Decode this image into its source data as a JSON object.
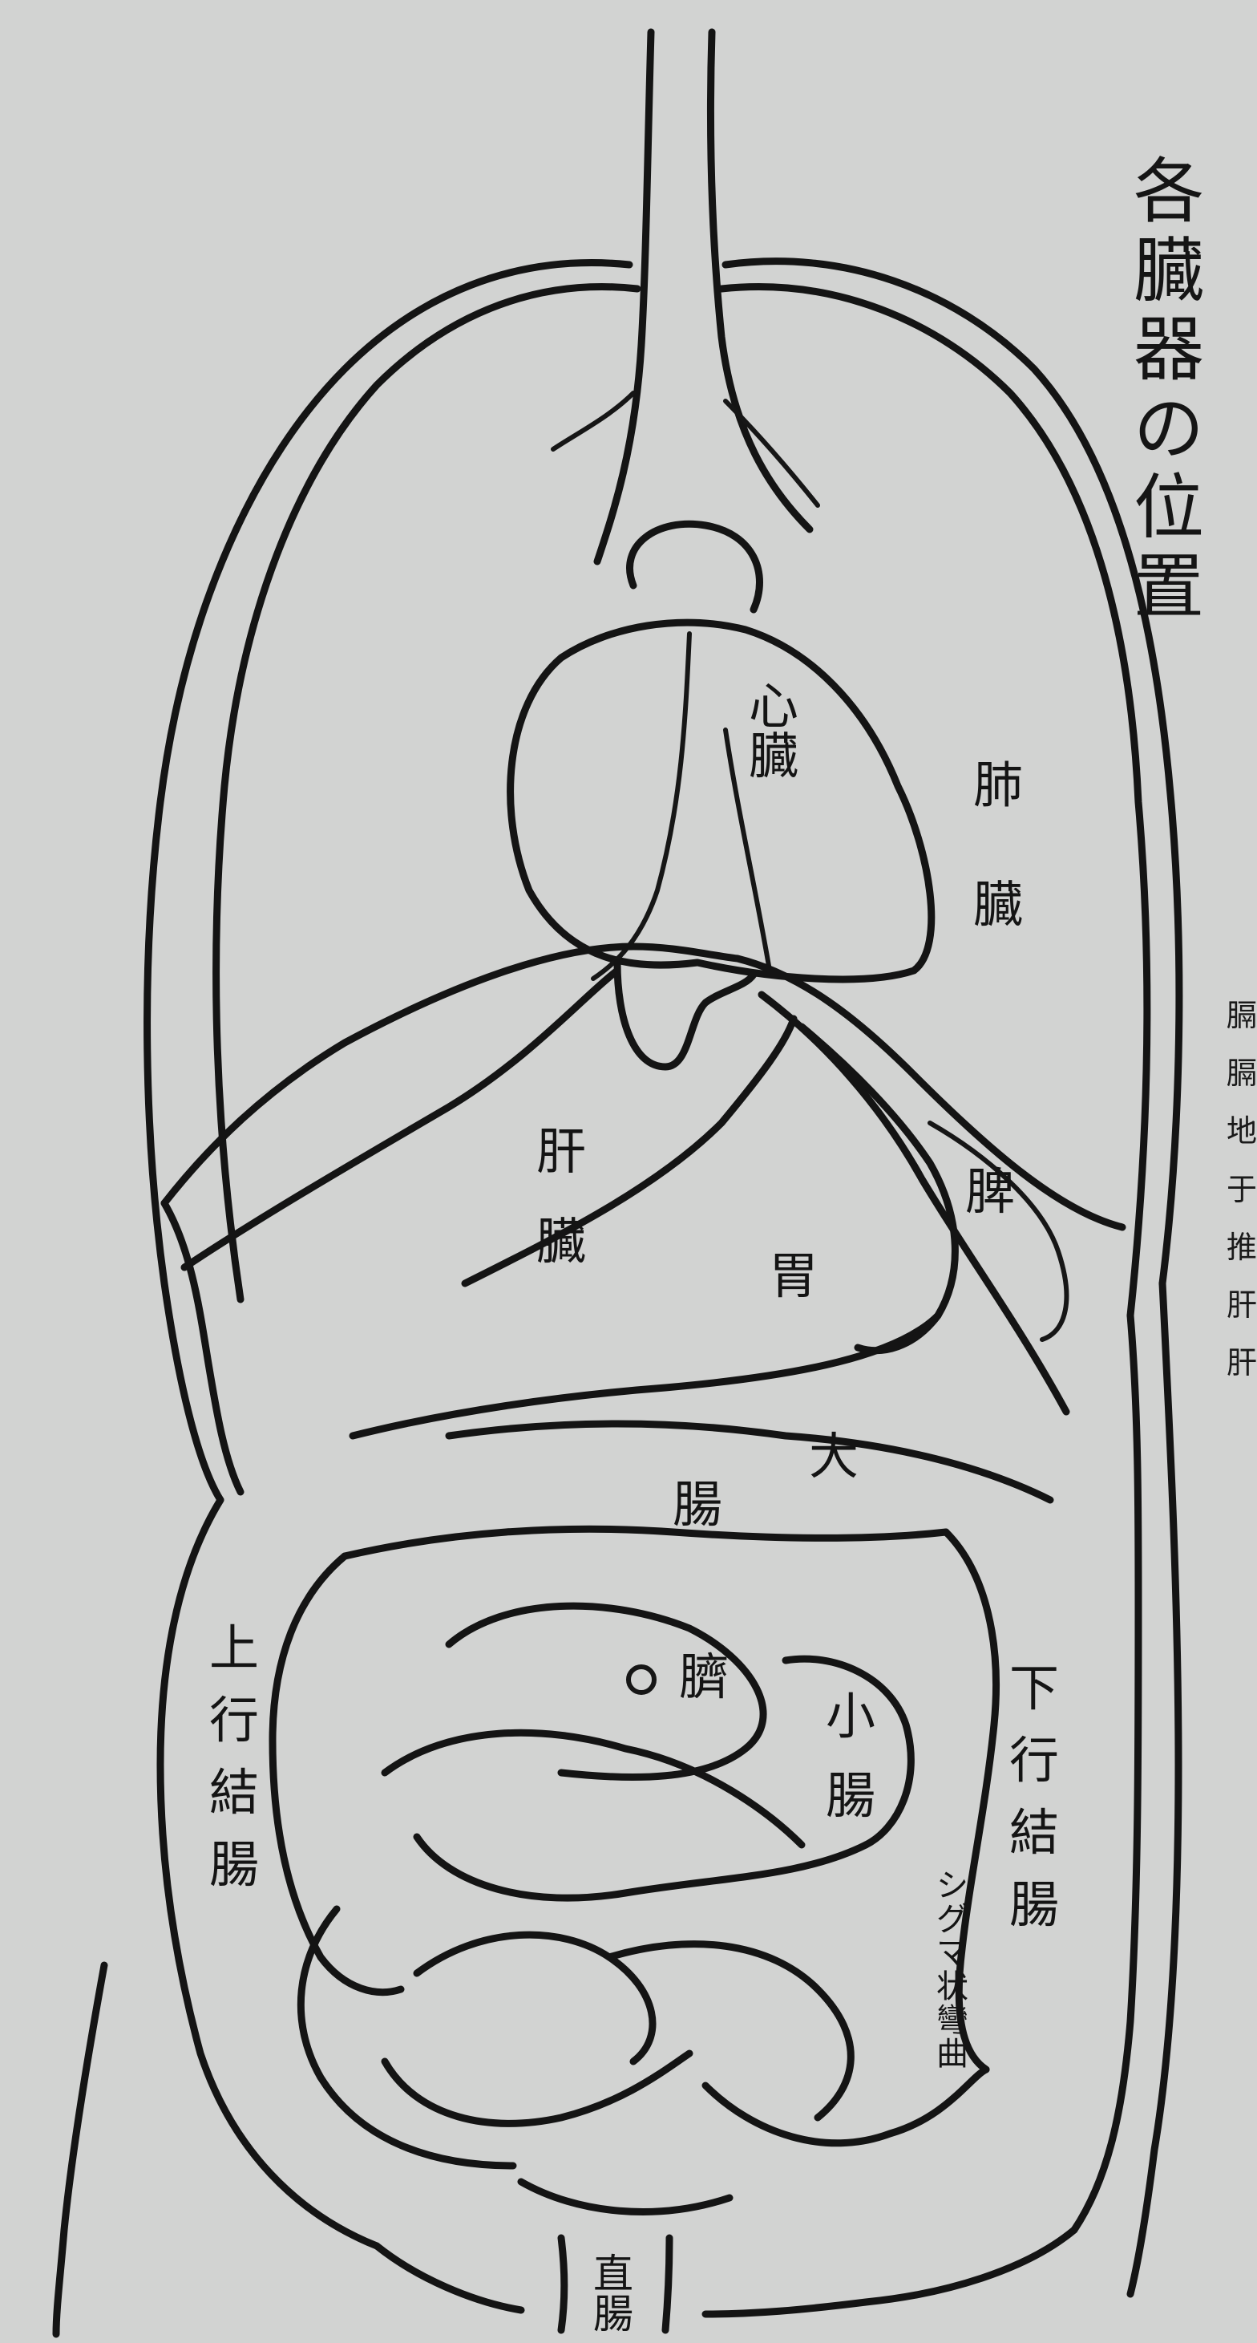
{
  "title": "各臓器の位置",
  "labels": {
    "heart": "心臓",
    "lung": "肺臓",
    "liver": "肝臓",
    "stomach": "胃",
    "spleen": "脾",
    "large_intestine_da": "大",
    "large_intestine_cho": "腸",
    "ascending_colon": "上行結腸",
    "descending_colon": "下行結腸",
    "navel": "臍",
    "small_intestine": "小腸",
    "sigmoid": "シグマ状彎曲",
    "rectum": "直腸"
  },
  "edge_text": "膈膈地于推肝肝"
}
